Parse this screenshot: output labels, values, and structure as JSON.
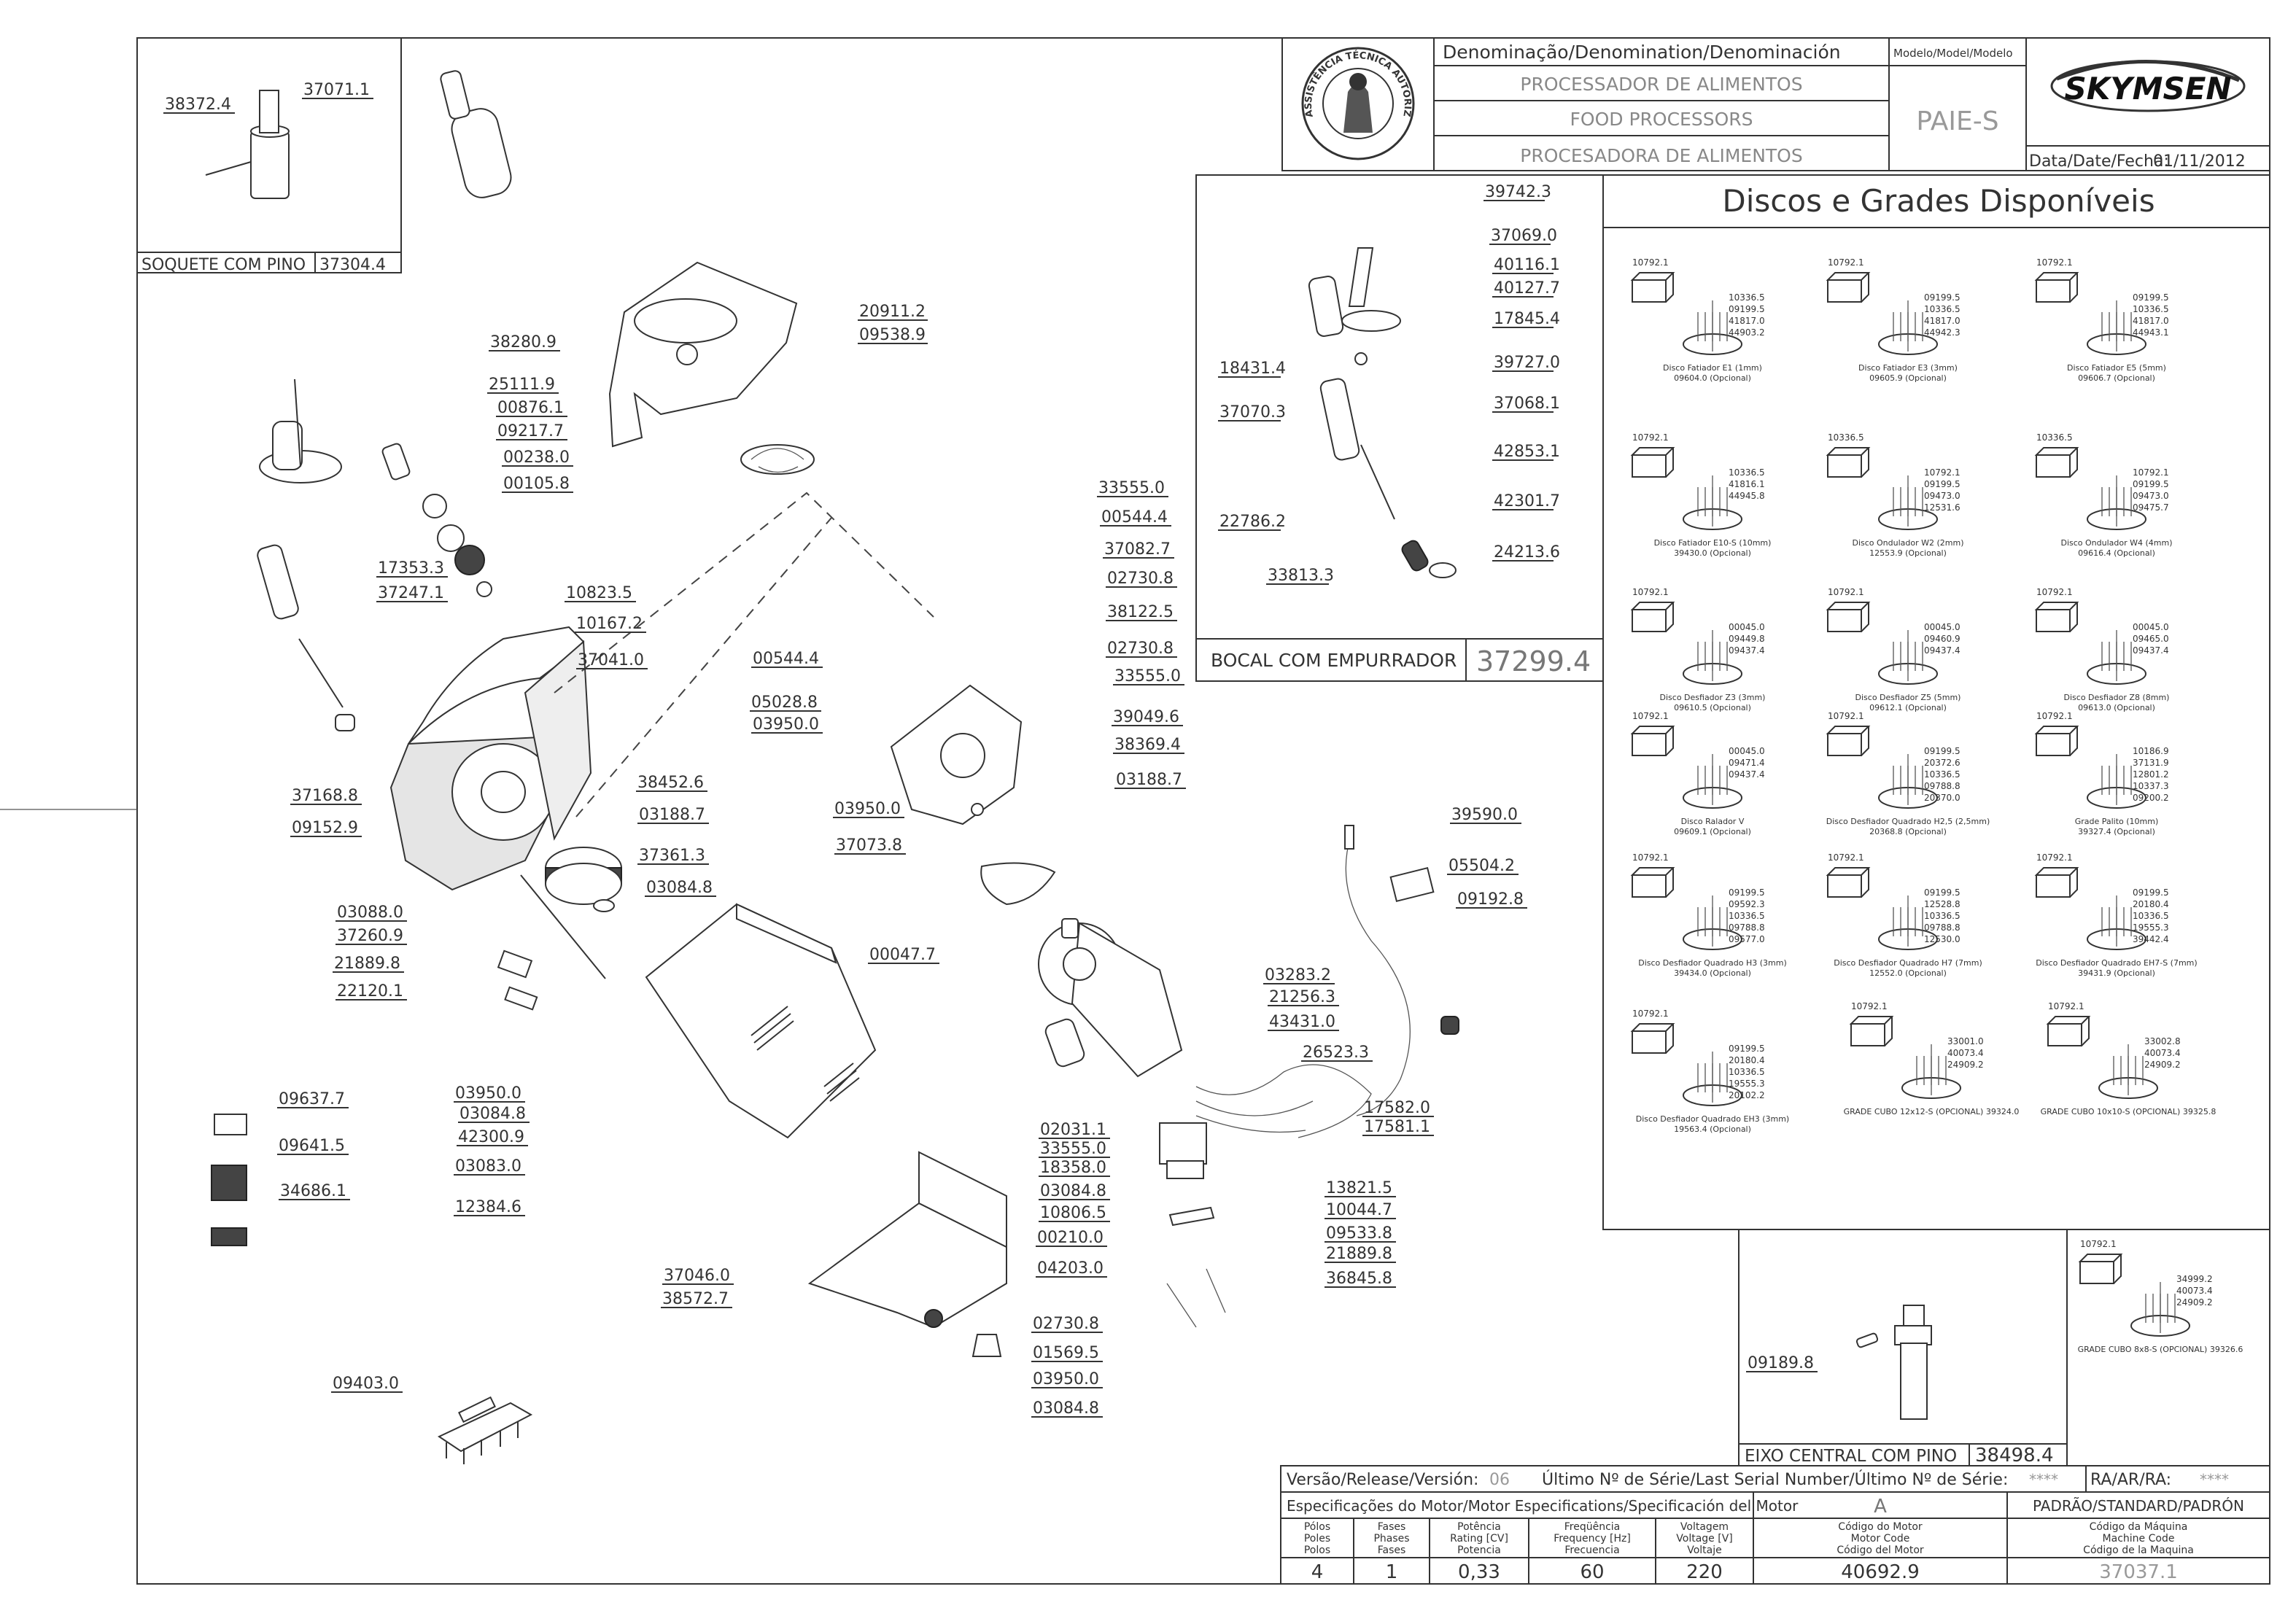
{
  "header": {
    "denomination_label": "Denominação/Denomination/Denominación",
    "model_label": "Modelo/Model/Modelo",
    "name_pt": "PROCESSADOR DE ALIMENTOS",
    "name_en": "FOOD PROCESSORS",
    "name_es": "PROCESADORA DE ALIMENTOS",
    "model": "PAIE-S",
    "brand": "SKYMSEN",
    "seal_text": "ASSISTÊNCIA TÉCNICA AUTORIZADA",
    "date_label": "Data/Date/Fecha:",
    "date": "01/11/2012"
  },
  "boxes": {
    "soquete": {
      "label": "SOQUETE COM PINO",
      "code": "37304.4"
    },
    "bocal": {
      "label": "BOCAL COM EMPURRADOR",
      "code": "37299.4"
    },
    "eixo": {
      "label": "EIXO CENTRAL COM PINO",
      "code": "38498.4"
    }
  },
  "discs": {
    "title": "Discos e Grades Disponíveis",
    "items": [
      {
        "name": "Disco Fatiador E1 (1mm)",
        "code": "09604.0 (Opcional)",
        "parts": [
          "10792.1",
          "10336.5",
          "09199.5",
          "41817.0",
          "44903.2"
        ]
      },
      {
        "name": "Disco Fatiador E3 (3mm)",
        "code": "09605.9 (Opcional)",
        "parts": [
          "10792.1",
          "09199.5",
          "10336.5",
          "41817.0",
          "44942.3"
        ]
      },
      {
        "name": "Disco Fatiador E5 (5mm)",
        "code": "09606.7 (Opcional)",
        "parts": [
          "10792.1",
          "09199.5",
          "10336.5",
          "41817.0",
          "44943.1"
        ]
      },
      {
        "name": "Disco Fatiador E10-S (10mm)",
        "code": "39430.0 (Opcional)",
        "parts": [
          "10792.1",
          "10336.5",
          "41816.1",
          "44945.8"
        ]
      },
      {
        "name": "Disco Ondulador W2 (2mm)",
        "code": "12553.9 (Opcional)",
        "parts": [
          "10336.5",
          "10792.1",
          "09199.5",
          "09473.0",
          "12531.6"
        ]
      },
      {
        "name": "Disco Ondulador W4 (4mm)",
        "code": "09616.4 (Opcional)",
        "parts": [
          "10336.5",
          "10792.1",
          "09199.5",
          "09473.0",
          "09475.7"
        ]
      },
      {
        "name": "Disco Desfiador Z3 (3mm)",
        "code": "09610.5 (Opcional)",
        "parts": [
          "10792.1",
          "00045.0",
          "09449.8",
          "09437.4"
        ]
      },
      {
        "name": "Disco Desfiador Z5 (5mm)",
        "code": "09612.1 (Opcional)",
        "parts": [
          "10792.1",
          "00045.0",
          "09460.9",
          "09437.4"
        ]
      },
      {
        "name": "Disco Desfiador Z8 (8mm)",
        "code": "09613.0 (Opcional)",
        "parts": [
          "10792.1",
          "00045.0",
          "09465.0",
          "09437.4"
        ]
      },
      {
        "name": "Disco Ralador V",
        "code": "09609.1 (Opcional)",
        "parts": [
          "10792.1",
          "00045.0",
          "09471.4",
          "09437.4"
        ]
      },
      {
        "name": "Disco Desfiador Quadrado H2,5 (2,5mm)",
        "code": "20368.8 (Opcional)",
        "parts": [
          "10792.1",
          "09199.5",
          "20372.6",
          "10336.5",
          "09788.8",
          "20370.0"
        ]
      },
      {
        "name": "Grade Palito (10mm)",
        "code": "39327.4 (Opcional)",
        "parts": [
          "10792.1",
          "10186.9",
          "37131.9",
          "12801.2",
          "10337.3",
          "09200.2"
        ]
      },
      {
        "name": "Disco Desfiador Quadrado H3 (3mm)",
        "code": "39434.0 (Opcional)",
        "parts": [
          "10792.1",
          "09199.5",
          "09592.3",
          "10336.5",
          "09788.8",
          "09577.0"
        ]
      },
      {
        "name": "Disco Desfiador Quadrado H7 (7mm)",
        "code": "12552.0 (Opcional)",
        "parts": [
          "10792.1",
          "09199.5",
          "12528.8",
          "10336.5",
          "09788.8",
          "12530.0"
        ]
      },
      {
        "name": "Disco Desfiador Quadrado EH7-S (7mm)",
        "code": "39431.9 (Opcional)",
        "parts": [
          "10792.1",
          "09199.5",
          "20180.4",
          "10336.5",
          "19555.3",
          "39442.4"
        ]
      },
      {
        "name": "Disco Desfiador Quadrado EH3 (3mm)",
        "code": "19563.4 (Opcional)",
        "parts": [
          "10792.1",
          "09199.5",
          "20180.4",
          "10336.5",
          "19555.3",
          "20102.2"
        ]
      },
      {
        "name": "GRADE CUBO 12x12-S (OPCIONAL) 39324.0",
        "code": "",
        "parts": [
          "10792.1",
          "33001.0",
          "40073.4",
          "24909.2"
        ]
      },
      {
        "name": "GRADE CUBO 10x10-S (OPCIONAL) 39325.8",
        "code": "",
        "parts": [
          "10792.1",
          "33002.8",
          "40073.4",
          "24909.2"
        ]
      },
      {
        "name": "GRADE CUBO 8x8-S (OPCIONAL) 39326.6",
        "code": "",
        "parts": [
          "10792.1",
          "34999.2",
          "40073.4",
          "24909.2"
        ]
      }
    ]
  },
  "callouts": {
    "soquete": [
      "38372.4",
      "37071.1"
    ],
    "bocal": [
      "39742.3",
      "37069.0",
      "40116.1",
      "40127.7",
      "17845.4",
      "18431.4",
      "39727.0",
      "37070.3",
      "37068.1",
      "42853.1",
      "22786.2",
      "42301.7",
      "33813.3",
      "24213.6"
    ],
    "main_left": [
      "38280.9",
      "25111.9",
      "00876.1",
      "09217.7",
      "00238.0",
      "00105.8",
      "17353.3",
      "37247.1",
      "10823.5",
      "10167.2",
      "37041.0",
      "37168.8",
      "09152.9",
      "38452.6",
      "03188.7",
      "37361.3",
      "03084.8",
      "03088.0",
      "37260.9",
      "21889.8",
      "22120.1",
      "03950.0",
      "03084.8",
      "42300.9",
      "03083.0",
      "12384.6",
      "09637.7",
      "09641.5",
      "34686.1",
      "09403.0"
    ],
    "main_top": [
      "20911.2",
      "09538.9"
    ],
    "main_center": [
      "33555.0",
      "00544.4",
      "37082.7",
      "02730.8",
      "38122.5",
      "00544.4",
      "02730.8",
      "33555.0",
      "05028.8",
      "03950.0",
      "39049.6",
      "38369.4",
      "03188.7",
      "03950.0",
      "37073.8",
      "00047.7"
    ],
    "main_right": [
      "39590.0",
      "05504.2",
      "09192.8",
      "03283.2",
      "21256.3",
      "43431.0",
      "26523.3",
      "17582.0",
      "17581.1",
      "02031.1",
      "33555.0",
      "18358.0",
      "03084.8",
      "10806.5",
      "00210.0",
      "04203.0",
      "13821.5",
      "10044.7",
      "09533.8",
      "21889.8",
      "36845.8"
    ],
    "main_bottom": [
      "37046.0",
      "38572.7",
      "02730.8",
      "01569.5",
      "03950.0",
      "03084.8"
    ],
    "eixo": [
      "09189.8"
    ]
  },
  "footer": {
    "version_label": "Versão/Release/Versión:",
    "version": "06",
    "serial_label": "Último Nº de Série/Last Serial Number/Último Nº de Série:",
    "serial": "****",
    "ra_label": "RA/AR/RA:",
    "ra": "****",
    "motor_spec_label": "Especificações do Motor/Motor Especifications/Specificación del Motor",
    "motor_letter": "A",
    "standard_label": "PADRÃO/STANDARD/PADRÓN",
    "columns": [
      {
        "h1": "Pólos",
        "h2": "Poles",
        "h3": "Polos",
        "value": "4"
      },
      {
        "h1": "Fases",
        "h2": "Phases",
        "h3": "Fases",
        "value": "1"
      },
      {
        "h1": "Potência",
        "h2": "Rating [CV]",
        "h3": "Potencia",
        "value": "0,33"
      },
      {
        "h1": "Freqüência",
        "h2": "Frequency [Hz]",
        "h3": "Frecuencia",
        "value": "60"
      },
      {
        "h1": "Voltagem",
        "h2": "Voltage [V]",
        "h3": "Voltaje",
        "value": "220"
      },
      {
        "h1": "Código do Motor",
        "h2": "Motor Code",
        "h3": "Código del Motor",
        "value": "40692.9"
      },
      {
        "h1": "Código da Máquina",
        "h2": "Machine Code",
        "h3": "Código de la Maquina",
        "value": "37037.1"
      }
    ]
  }
}
